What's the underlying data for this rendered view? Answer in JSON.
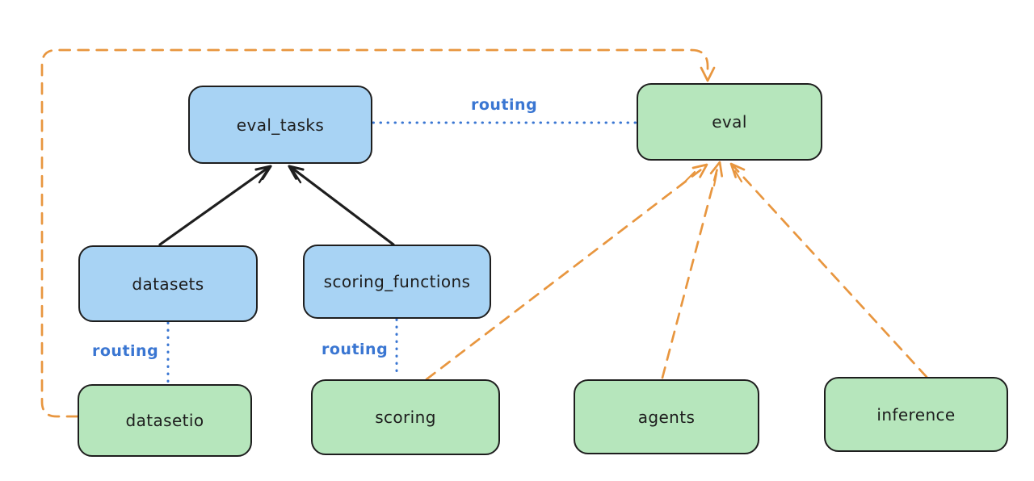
{
  "diagram_title": "",
  "colors": {
    "background": "#ffffff",
    "blue_node_fill": "#a8d3f4",
    "green_node_fill": "#b6e6bc",
    "node_border": "#1e1e1e",
    "black_edge": "#1e1e1e",
    "blue_routing_edge": "#3a76d2",
    "orange_edge": "#e8963f"
  },
  "nodes": {
    "eval_tasks": {
      "label": "eval_tasks",
      "color": "blue"
    },
    "eval": {
      "label": "eval",
      "color": "green"
    },
    "datasets": {
      "label": "datasets",
      "color": "blue"
    },
    "scoring_functions": {
      "label": "scoring_functions",
      "color": "blue"
    },
    "datasetio": {
      "label": "datasetio",
      "color": "green"
    },
    "scoring": {
      "label": "scoring",
      "color": "green"
    },
    "agents": {
      "label": "agents",
      "color": "green"
    },
    "inference": {
      "label": "inference",
      "color": "green"
    }
  },
  "edges": [
    {
      "from": "eval_tasks",
      "to": "eval",
      "style": "dotted",
      "color": "blue",
      "label": "routing",
      "arrow": "none"
    },
    {
      "from": "datasets",
      "to": "datasetio",
      "style": "dotted",
      "color": "blue",
      "label": "routing",
      "arrow": "none"
    },
    {
      "from": "scoring_functions",
      "to": "scoring",
      "style": "dotted",
      "color": "blue",
      "label": "routing",
      "arrow": "none"
    },
    {
      "from": "datasets",
      "to": "eval_tasks",
      "style": "solid",
      "color": "black",
      "label": "",
      "arrow": "to"
    },
    {
      "from": "scoring_functions",
      "to": "eval_tasks",
      "style": "solid",
      "color": "black",
      "label": "",
      "arrow": "to"
    },
    {
      "from": "datasetio",
      "to": "eval",
      "style": "dashed",
      "color": "orange",
      "label": "",
      "arrow": "to",
      "route": "left-top-loop"
    },
    {
      "from": "scoring",
      "to": "eval",
      "style": "dashed",
      "color": "orange",
      "label": "",
      "arrow": "to"
    },
    {
      "from": "agents",
      "to": "eval",
      "style": "dashed",
      "color": "orange",
      "label": "",
      "arrow": "to"
    },
    {
      "from": "inference",
      "to": "eval",
      "style": "dashed",
      "color": "orange",
      "label": "",
      "arrow": "to"
    }
  ]
}
